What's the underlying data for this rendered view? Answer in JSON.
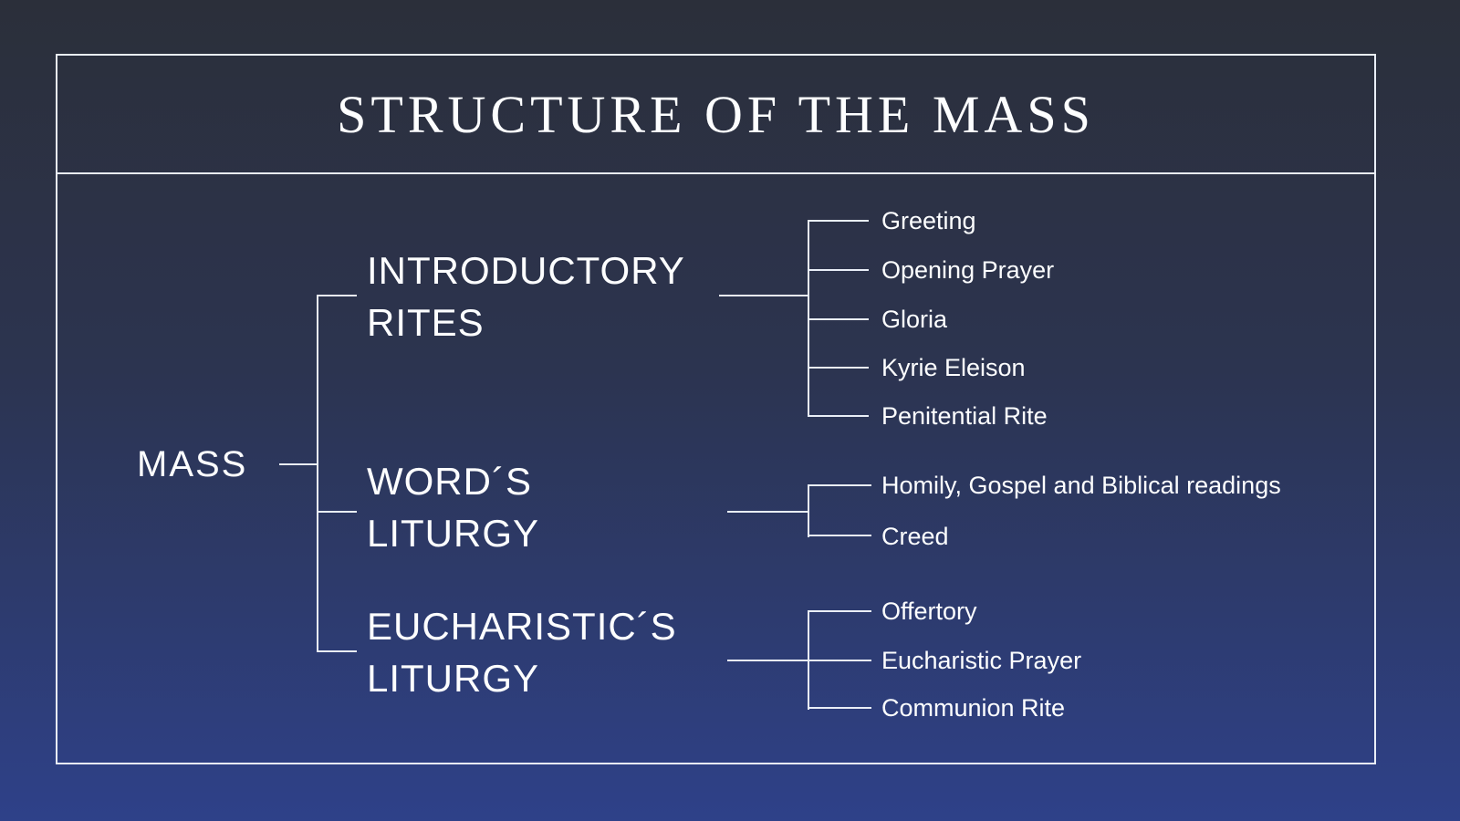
{
  "slide": {
    "title": "STRUCTURE OF THE MASS"
  },
  "tree": {
    "root": "MASS",
    "branches": [
      {
        "label": [
          "INTRODUCTORY",
          "RITES"
        ],
        "children": [
          "Greeting",
          "Opening Prayer",
          "Gloria",
          "Kyrie Eleison",
          "Penitential Rite"
        ]
      },
      {
        "label": [
          "WORD´S",
          "LITURGY"
        ],
        "children": [
          "Homily, Gospel and Biblical readings",
          "Creed"
        ]
      },
      {
        "label": [
          "EUCHARISTIC´S",
          "LITURGY"
        ],
        "children": [
          "Offertory",
          "Eucharistic Prayer",
          "Communion Rite"
        ]
      }
    ]
  },
  "colors": {
    "bg_top": "#2b2f3a",
    "bg_bottom": "#2e4189",
    "line": "#e9eef7",
    "text": "#fdfeff"
  }
}
